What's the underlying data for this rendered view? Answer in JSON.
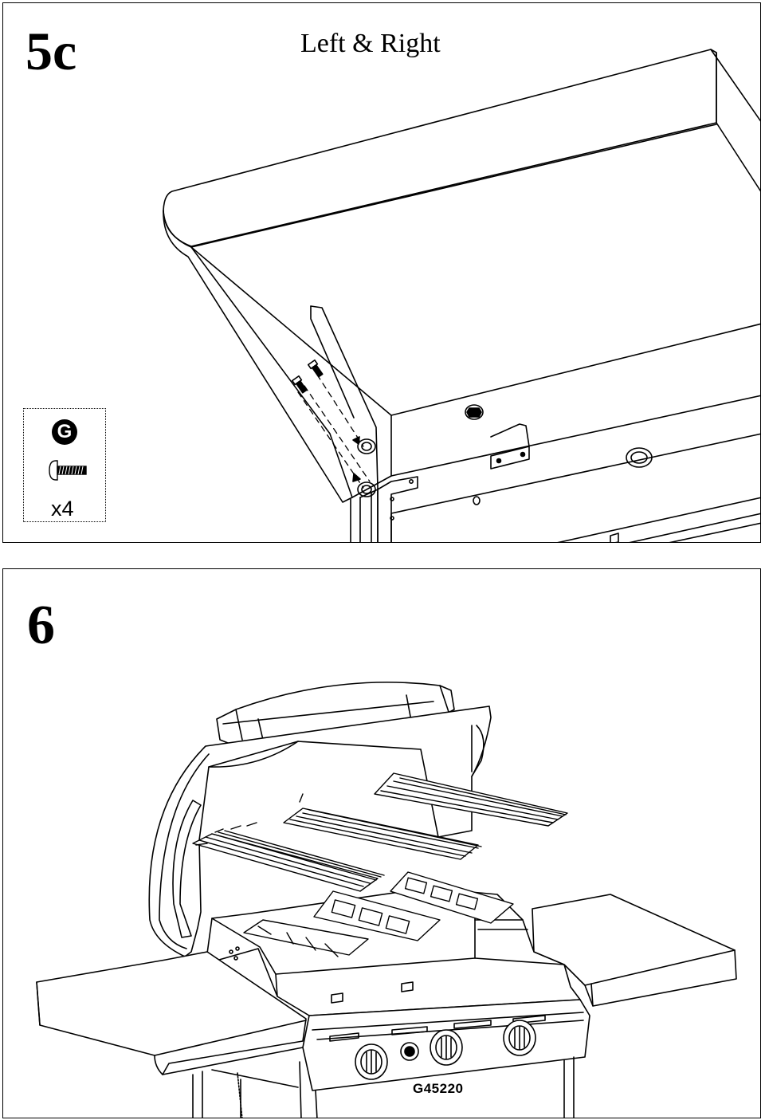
{
  "steps": {
    "step_5c": {
      "number": "5c",
      "title": "Left & Right"
    },
    "step_6": {
      "number": "6"
    }
  },
  "parts": {
    "letter": "G",
    "quantity": "x4",
    "icon": "bolt-icon"
  },
  "grill": {
    "model": "G45220"
  }
}
